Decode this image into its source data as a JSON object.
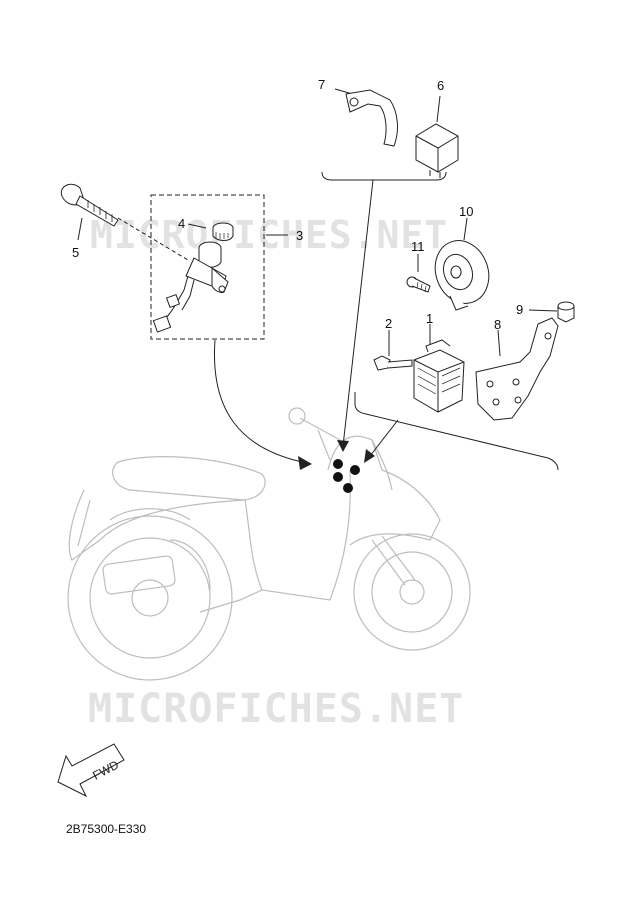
{
  "watermark": "MICROFICHES.NET",
  "callouts": {
    "p1": "1",
    "p2": "2",
    "p3": "3",
    "p4": "4",
    "p5": "5",
    "p6": "6",
    "p7": "7",
    "p8": "8",
    "p9": "9",
    "p10": "10",
    "p11": "11"
  },
  "fwd_label": "FWD",
  "diagram_code": "2B75300-E330"
}
